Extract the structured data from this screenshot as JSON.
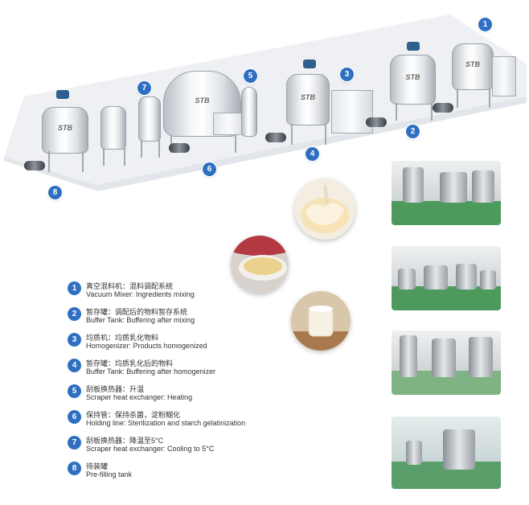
{
  "badges": [
    "1",
    "2",
    "3",
    "4",
    "5",
    "6",
    "7",
    "8"
  ],
  "tank_logo": "STB",
  "legend": [
    {
      "num": "1",
      "zh": "真空混料机：混料调配系统",
      "en": "Vacuum Mixer: Ingredients mixing"
    },
    {
      "num": "2",
      "zh": "暂存罐：调配后的物料暂存系统",
      "en": "Buffer Tank: Buffering after mixing"
    },
    {
      "num": "3",
      "zh": "均质机：均质乳化物料",
      "en": "Homogenizer: Products homogenized"
    },
    {
      "num": "4",
      "zh": "暂存罐：均质乳化后的物料",
      "en": "Buffer Tank: Buffering after homogenizer"
    },
    {
      "num": "5",
      "zh": "刮板换热器：升温",
      "en": "Scraper heat exchanger: Heating"
    },
    {
      "num": "6",
      "zh": "保持管：保持杀菌，淀粉糊化",
      "en": "Holding line: Sterilization and starch gelatinization"
    },
    {
      "num": "7",
      "zh": "刮板换热器：降温至5°C",
      "en": "Scraper heat exchanger: Cooling to 5°C"
    },
    {
      "num": "8",
      "zh": "待装罐",
      "en": "Pre-filling tank"
    }
  ],
  "colors": {
    "badge": "#2f6fc1",
    "floor": "#f1f3f6",
    "photo_floor": "#4d9a5c"
  }
}
